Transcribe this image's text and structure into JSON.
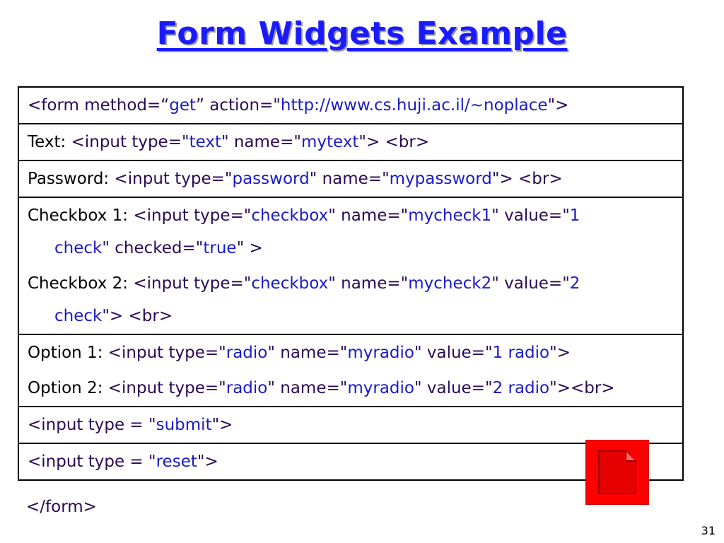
{
  "title": "Form Widgets Example",
  "rows": {
    "form_open": {
      "tag_a": "<form method=“",
      "val_a": "get",
      "tag_b": "” action=\"",
      "val_b": "http://www.cs.huji.ac.il/~noplace",
      "tag_c": "\">"
    },
    "text": {
      "label": "Text: ",
      "tag_a": "<input type=\"",
      "val_a": "text",
      "tag_b": "\" name=\"",
      "val_b": "mytext",
      "tag_c": "\"> <br>"
    },
    "password": {
      "label": "Password: ",
      "tag_a": "<input type=\"",
      "val_a": "password",
      "tag_b": "\" name=\"",
      "val_b": "mypassword",
      "tag_c": "\"> <br>"
    },
    "checkbox1": {
      "label": "Checkbox 1: ",
      "tag_a": "<input type=\"",
      "val_a": "checkbox",
      "tag_b": "\" name=\"",
      "val_b": "mycheck1",
      "tag_c": "\" value=\"",
      "val_c1": "1",
      "val_c2": "check",
      "tag_d": "\" checked=\"",
      "val_d": "true",
      "tag_e": "\" >"
    },
    "checkbox2": {
      "label": "Checkbox 2: ",
      "tag_a": "<input type=\"",
      "val_a": "checkbox",
      "tag_b": "\" name=\"",
      "val_b": "mycheck2",
      "tag_c": "\" value=\"",
      "val_c1": "2",
      "val_c2": "check",
      "tag_d": "\"> <br>"
    },
    "option1": {
      "label": "Option 1: ",
      "tag_a": "<input type=\"",
      "val_a": "radio",
      "tag_b": "\" name=\"",
      "val_b": "myradio",
      "tag_c": "\" value=\"",
      "val_c": "1 radio",
      "tag_d": "\">"
    },
    "option2": {
      "label": "Option 2: ",
      "tag_a": "<input type=\"",
      "val_a": "radio",
      "tag_b": "\" name=\"",
      "val_b": "myradio",
      "tag_c": "\" value=\"",
      "val_c": "2 radio",
      "tag_d": "\"><br>"
    },
    "submit": {
      "tag_a": "<input type = \"",
      "val_a": "submit",
      "tag_b": "\">"
    },
    "reset": {
      "tag_a": "<input type = \"",
      "val_a": "reset",
      "tag_b": "\">"
    }
  },
  "form_close": "</form>",
  "page_number": "31",
  "icon": {
    "name": "document-icon",
    "box_color": "#ff0000",
    "page_color": "#e60000",
    "fold_color": "#ff6666"
  },
  "colors": {
    "title": "#1a1aff",
    "tag": "#2a0a55",
    "value": "#1a1ac8"
  }
}
